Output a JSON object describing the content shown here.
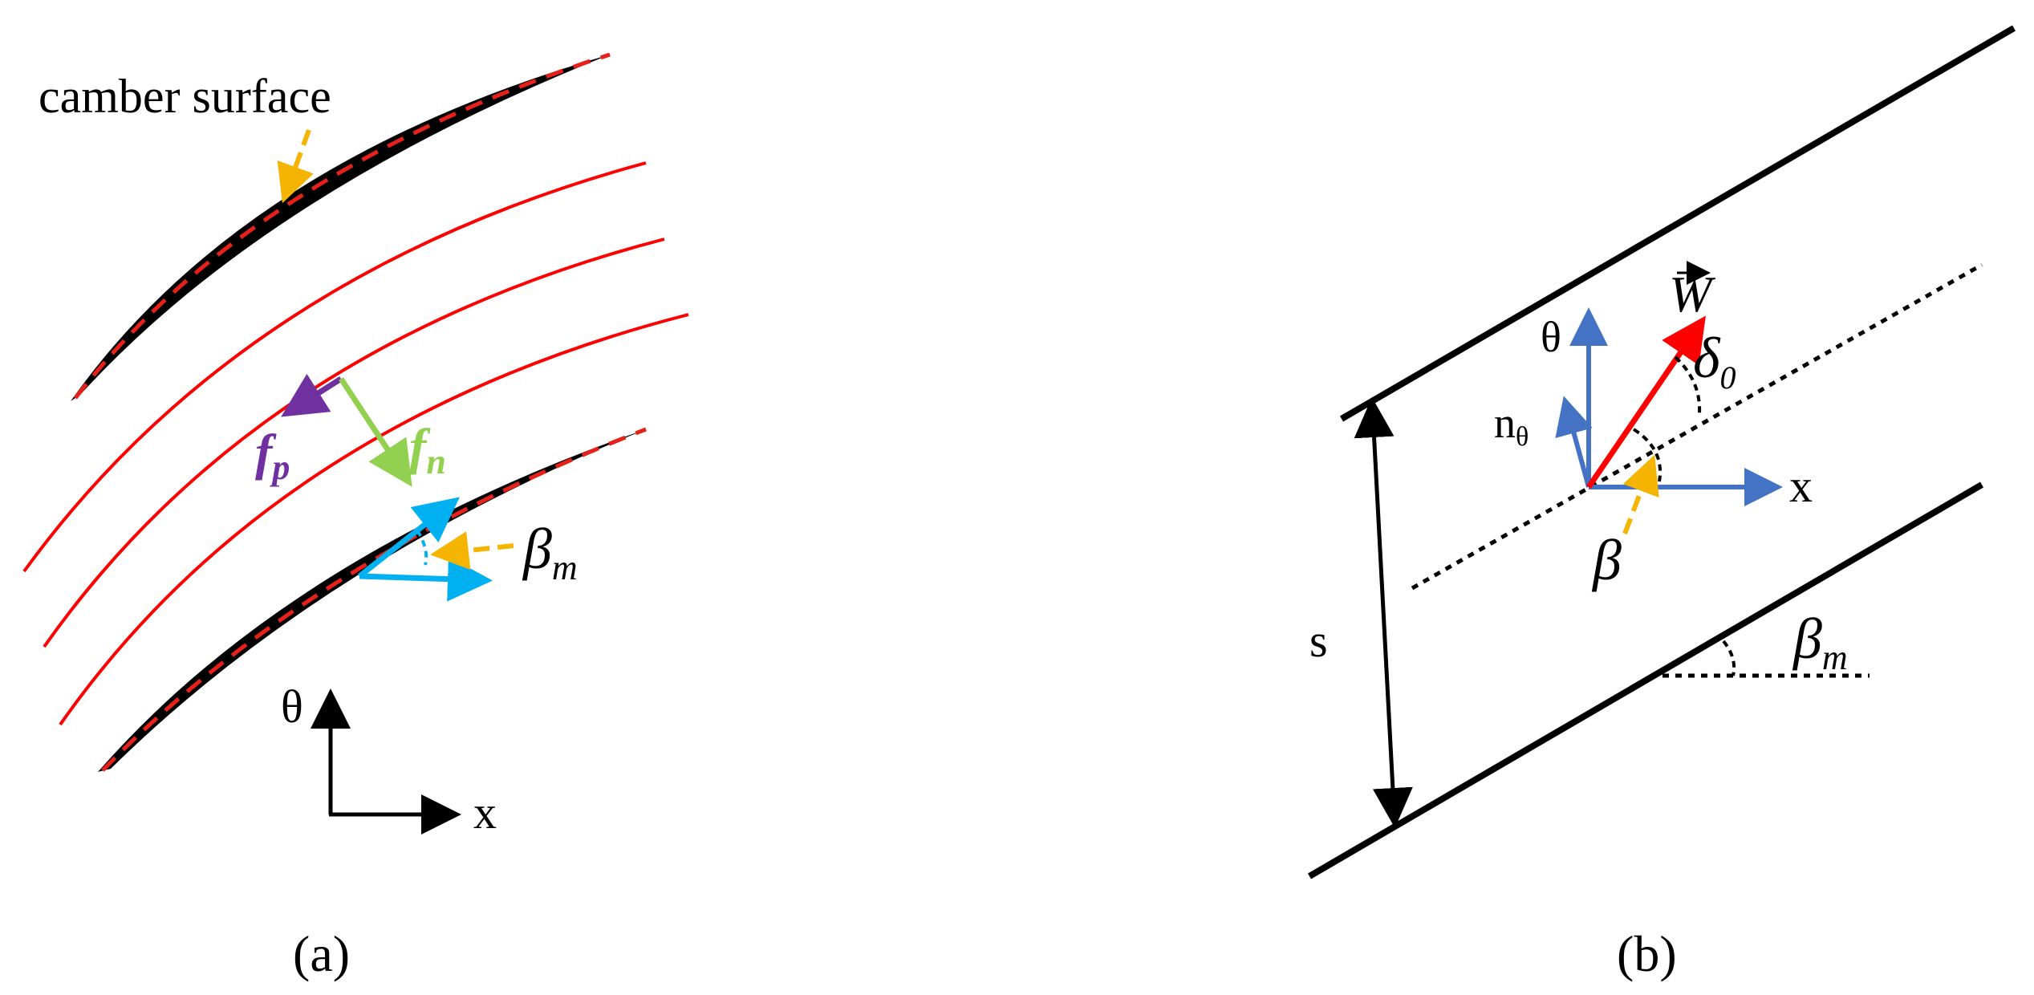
{
  "panel_a": {
    "caption": "(a)",
    "annotation_camber": "camber surface",
    "force_p_main": "f",
    "force_p_sub": "p",
    "force_n_main": "f",
    "force_n_sub": "n",
    "beta_main": "β",
    "beta_sub": "m",
    "axis_theta": "θ",
    "axis_x": "x"
  },
  "panel_b": {
    "caption": "(b)",
    "vector_w": "W",
    "delta_main": "δ",
    "delta_sub": "0",
    "axis_theta": "θ",
    "axis_n_main": "n",
    "axis_n_sub": "θ",
    "axis_x": "x",
    "beta": "β",
    "beta_m_main": "β",
    "beta_m_sub": "m",
    "spacing": "s"
  },
  "colors": {
    "blade": "#000000",
    "camber_line": "#e8201a",
    "streamline": "#ff0000",
    "annotation_arrow": "#f5b400",
    "force_p": "#7030a0",
    "force_n": "#92d050",
    "flow_vectors": "#00b0f0",
    "axes_b": "#4472c4",
    "w_vector": "#ff0000"
  }
}
